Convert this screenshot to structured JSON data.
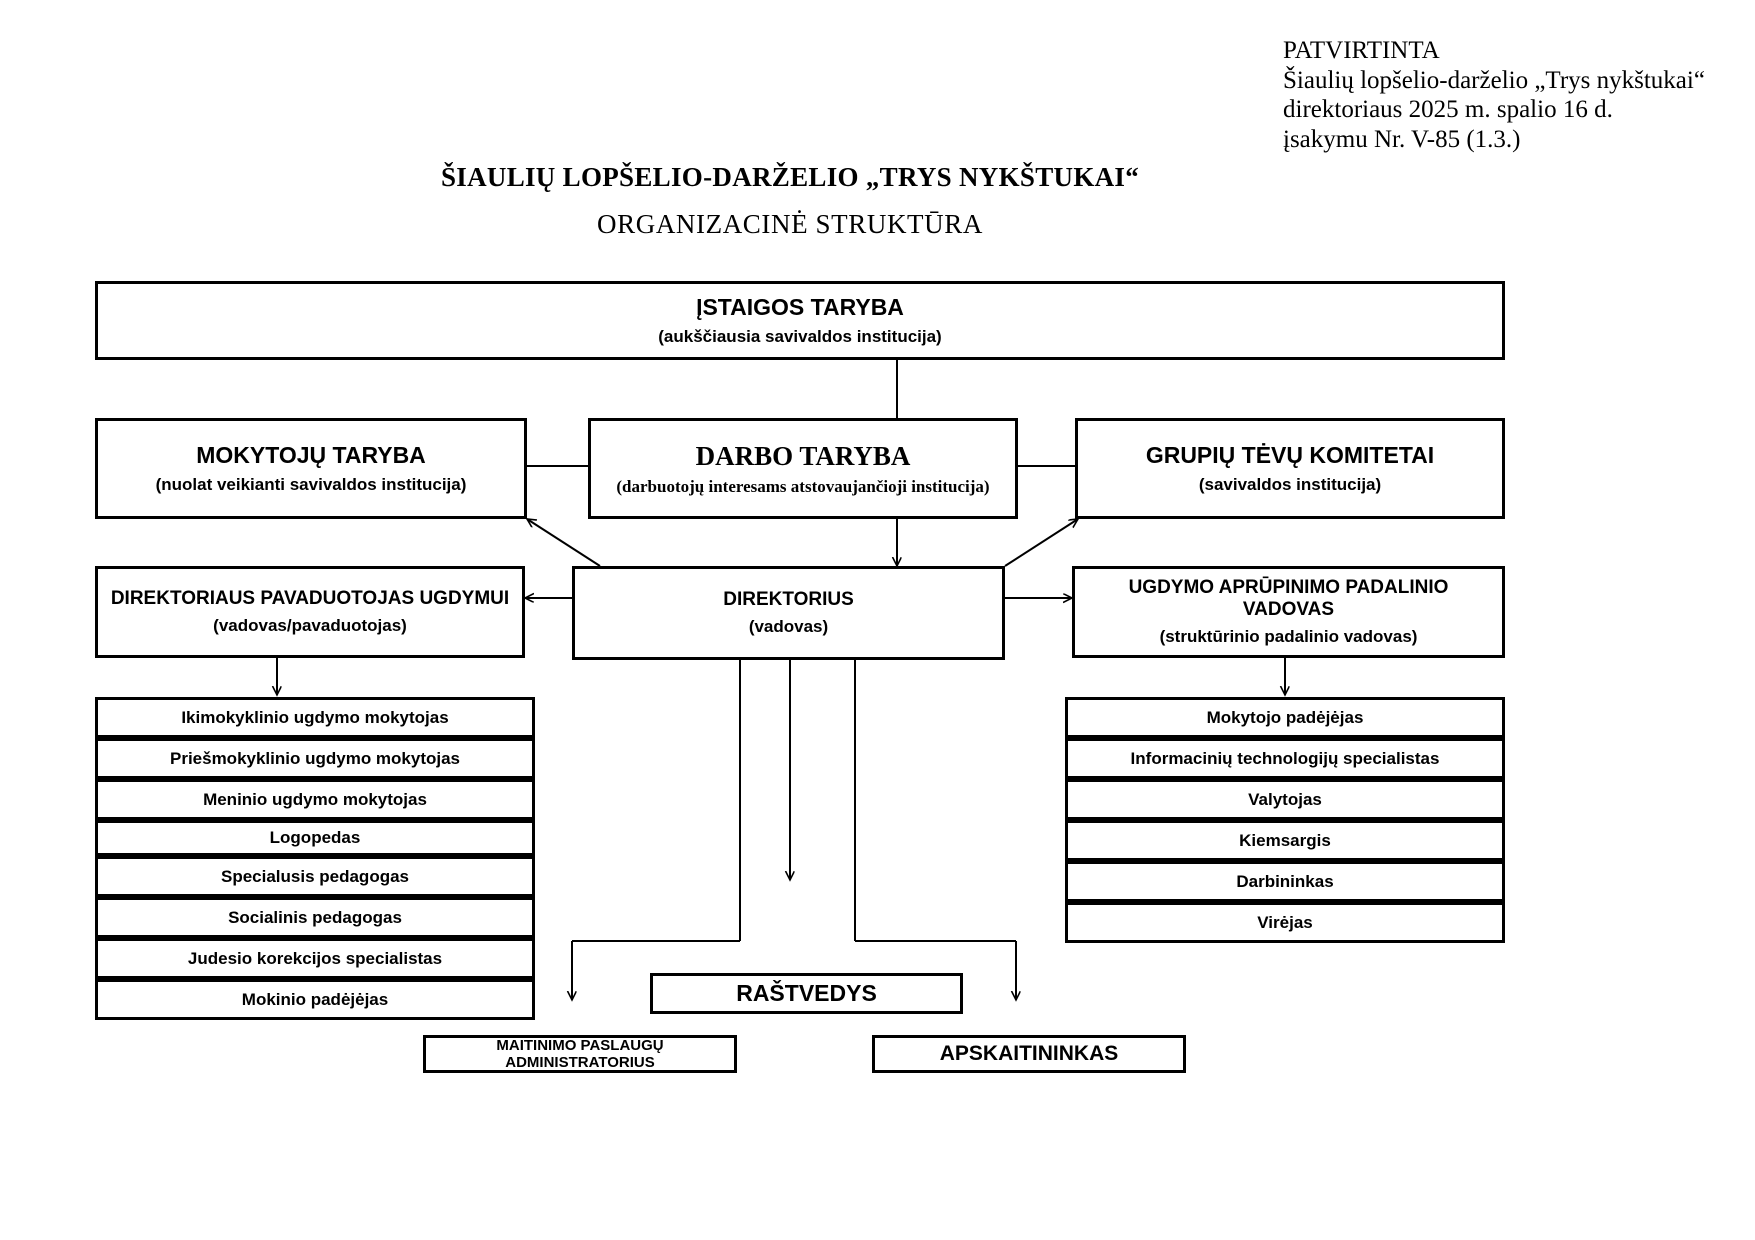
{
  "approval": {
    "lines": [
      "PATVIRTINTA",
      "Šiaulių lopšelio-darželio „Trys nykštukai“",
      "direktoriaus 2025 m. spalio 16 d.",
      "įsakymu Nr. V-85 (1.3.)"
    ]
  },
  "titles": {
    "main": "ŠIAULIŲ LOPŠELIO-DARŽELIO „TRYS NYKŠTUKAI“",
    "sub": "ORGANIZACINĖ STRUKTŪRA"
  },
  "nodes": {
    "istaigos_taryba": {
      "title": "ĮSTAIGOS TARYBA",
      "subtitle": "(aukščiausia savivaldos institucija)"
    },
    "mokytoju_taryba": {
      "title": "MOKYTOJŲ TARYBA",
      "subtitle": "(nuolat veikianti savivaldos institucija)"
    },
    "darbo_taryba": {
      "title": "DARBO TARYBA",
      "subtitle": "(darbuotojų interesams atstovaujančioji institucija)"
    },
    "grupiu_tevu_komitetai": {
      "title": "GRUPIŲ TĖVŲ KOMITETAI",
      "subtitle": "(savivaldos institucija)"
    },
    "direktoriaus_pavaduotojas": {
      "title": "DIREKTORIAUS PAVADUOTOJAS UGDYMUI",
      "subtitle": "(vadovas/pavaduotojas)"
    },
    "direktorius": {
      "title": "DIREKTORIUS",
      "subtitle": "(vadovas)"
    },
    "ugdymo_aprupinimo_vadovas": {
      "title": "UGDYMO APRŪPINIMO PADALINIO VADOVAS",
      "subtitle": "(struktūrinio padalinio vadovas)"
    },
    "rastvedys": {
      "title": "RAŠTVEDYS"
    },
    "maitinimo_administratorius": {
      "title": "MAITINIMO PASLAUGŲ ADMINISTRATORIUS"
    },
    "apskaitininkas": {
      "title": "APSKAITININKAS"
    }
  },
  "left_staff": [
    "Ikimokyklinio ugdymo  mokytojas",
    "Priešmokyklinio ugdymo  mokytojas",
    "Meninio ugdymo mokytojas",
    "Logopedas",
    "Specialusis pedagogas",
    "Socialinis pedagogas",
    "Judesio korekcijos specialistas",
    "Mokinio padėjėjas"
  ],
  "right_staff": [
    "Mokytojo padėjėjas",
    "Informacinių technologijų specialistas",
    "Valytojas",
    "Kiemsargis",
    "Darbininkas",
    "Virėjas"
  ],
  "colors": {
    "line": "#000000",
    "background": "#ffffff",
    "text": "#000000"
  }
}
